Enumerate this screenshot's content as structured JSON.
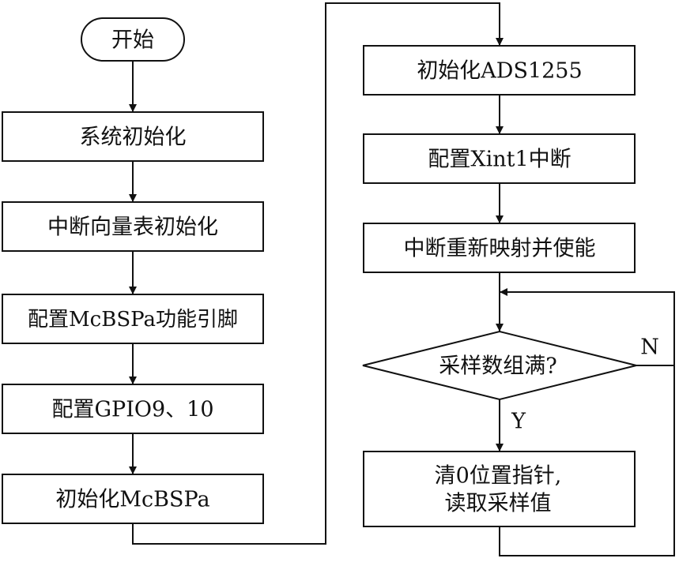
{
  "nodes": {
    "start": "开始",
    "sys_init": "系统初始化",
    "vector_init": "中断向量表初始化",
    "mcbsp_pins": "配置McBSPa功能引脚",
    "gpio": "配置GPIO9、10",
    "mcbsp_init": "初始化McBSPa",
    "ads_init": "初始化ADS1255",
    "xint": "配置Xint1中断",
    "remap": "中断重新映射并使能",
    "decision": "采样数组满?",
    "clear_line1": "清0位置指针,",
    "clear_line2": "读取采样值"
  },
  "labels": {
    "no": "N",
    "yes": "Y"
  },
  "colors": {
    "stroke": "#111111",
    "background": "#ffffff"
  }
}
